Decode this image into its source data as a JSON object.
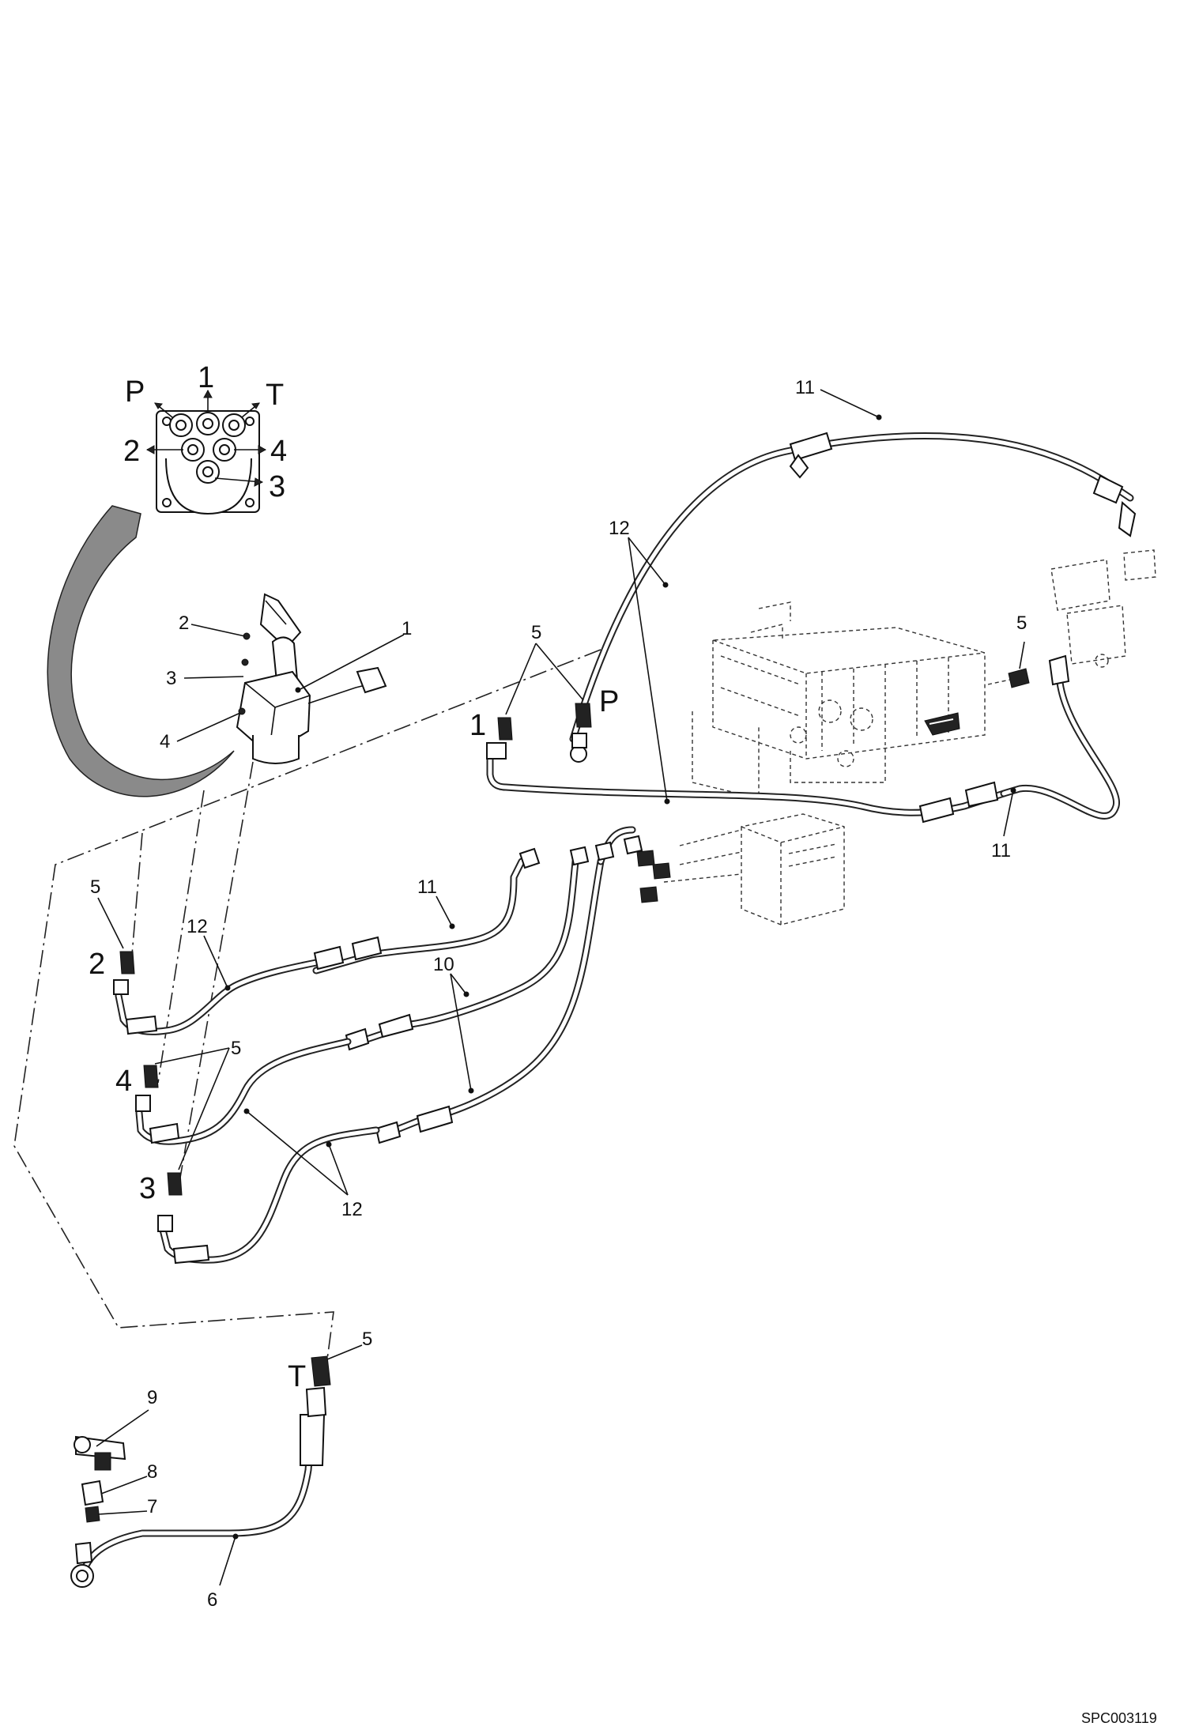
{
  "image_code": "SPC003119",
  "port_view": {
    "labels": {
      "p": "P",
      "one": "1",
      "t": "T",
      "two": "2",
      "four": "4",
      "three": "3"
    }
  },
  "callouts": {
    "joystick_part": "1",
    "joystick_port_2_screw": "2",
    "joystick_port_3_screw": "3",
    "joystick_port_4_screw": "4",
    "fitting_top": "5",
    "fitting_right": "5",
    "fitting_left": "5",
    "fitting_mid": "5",
    "fitting_bottom": "5",
    "hose_tank": "6",
    "elbow": "7",
    "adapter": "8",
    "tee": "9",
    "hose_10": "10",
    "hose_11_top": "11",
    "hose_11_right": "11",
    "hose_11_mid": "11",
    "hose_12_top": "12",
    "hose_12_left": "12",
    "hose_12_bottom": "12"
  },
  "port_letters": {
    "top_1": "1",
    "top_p": "P",
    "left_2": "2",
    "left_4": "4",
    "left_3": "3",
    "bottom_t": "T"
  },
  "colors": {
    "line": "#222222",
    "background": "#ffffff",
    "arrow_band": "#8a8a8a"
  }
}
